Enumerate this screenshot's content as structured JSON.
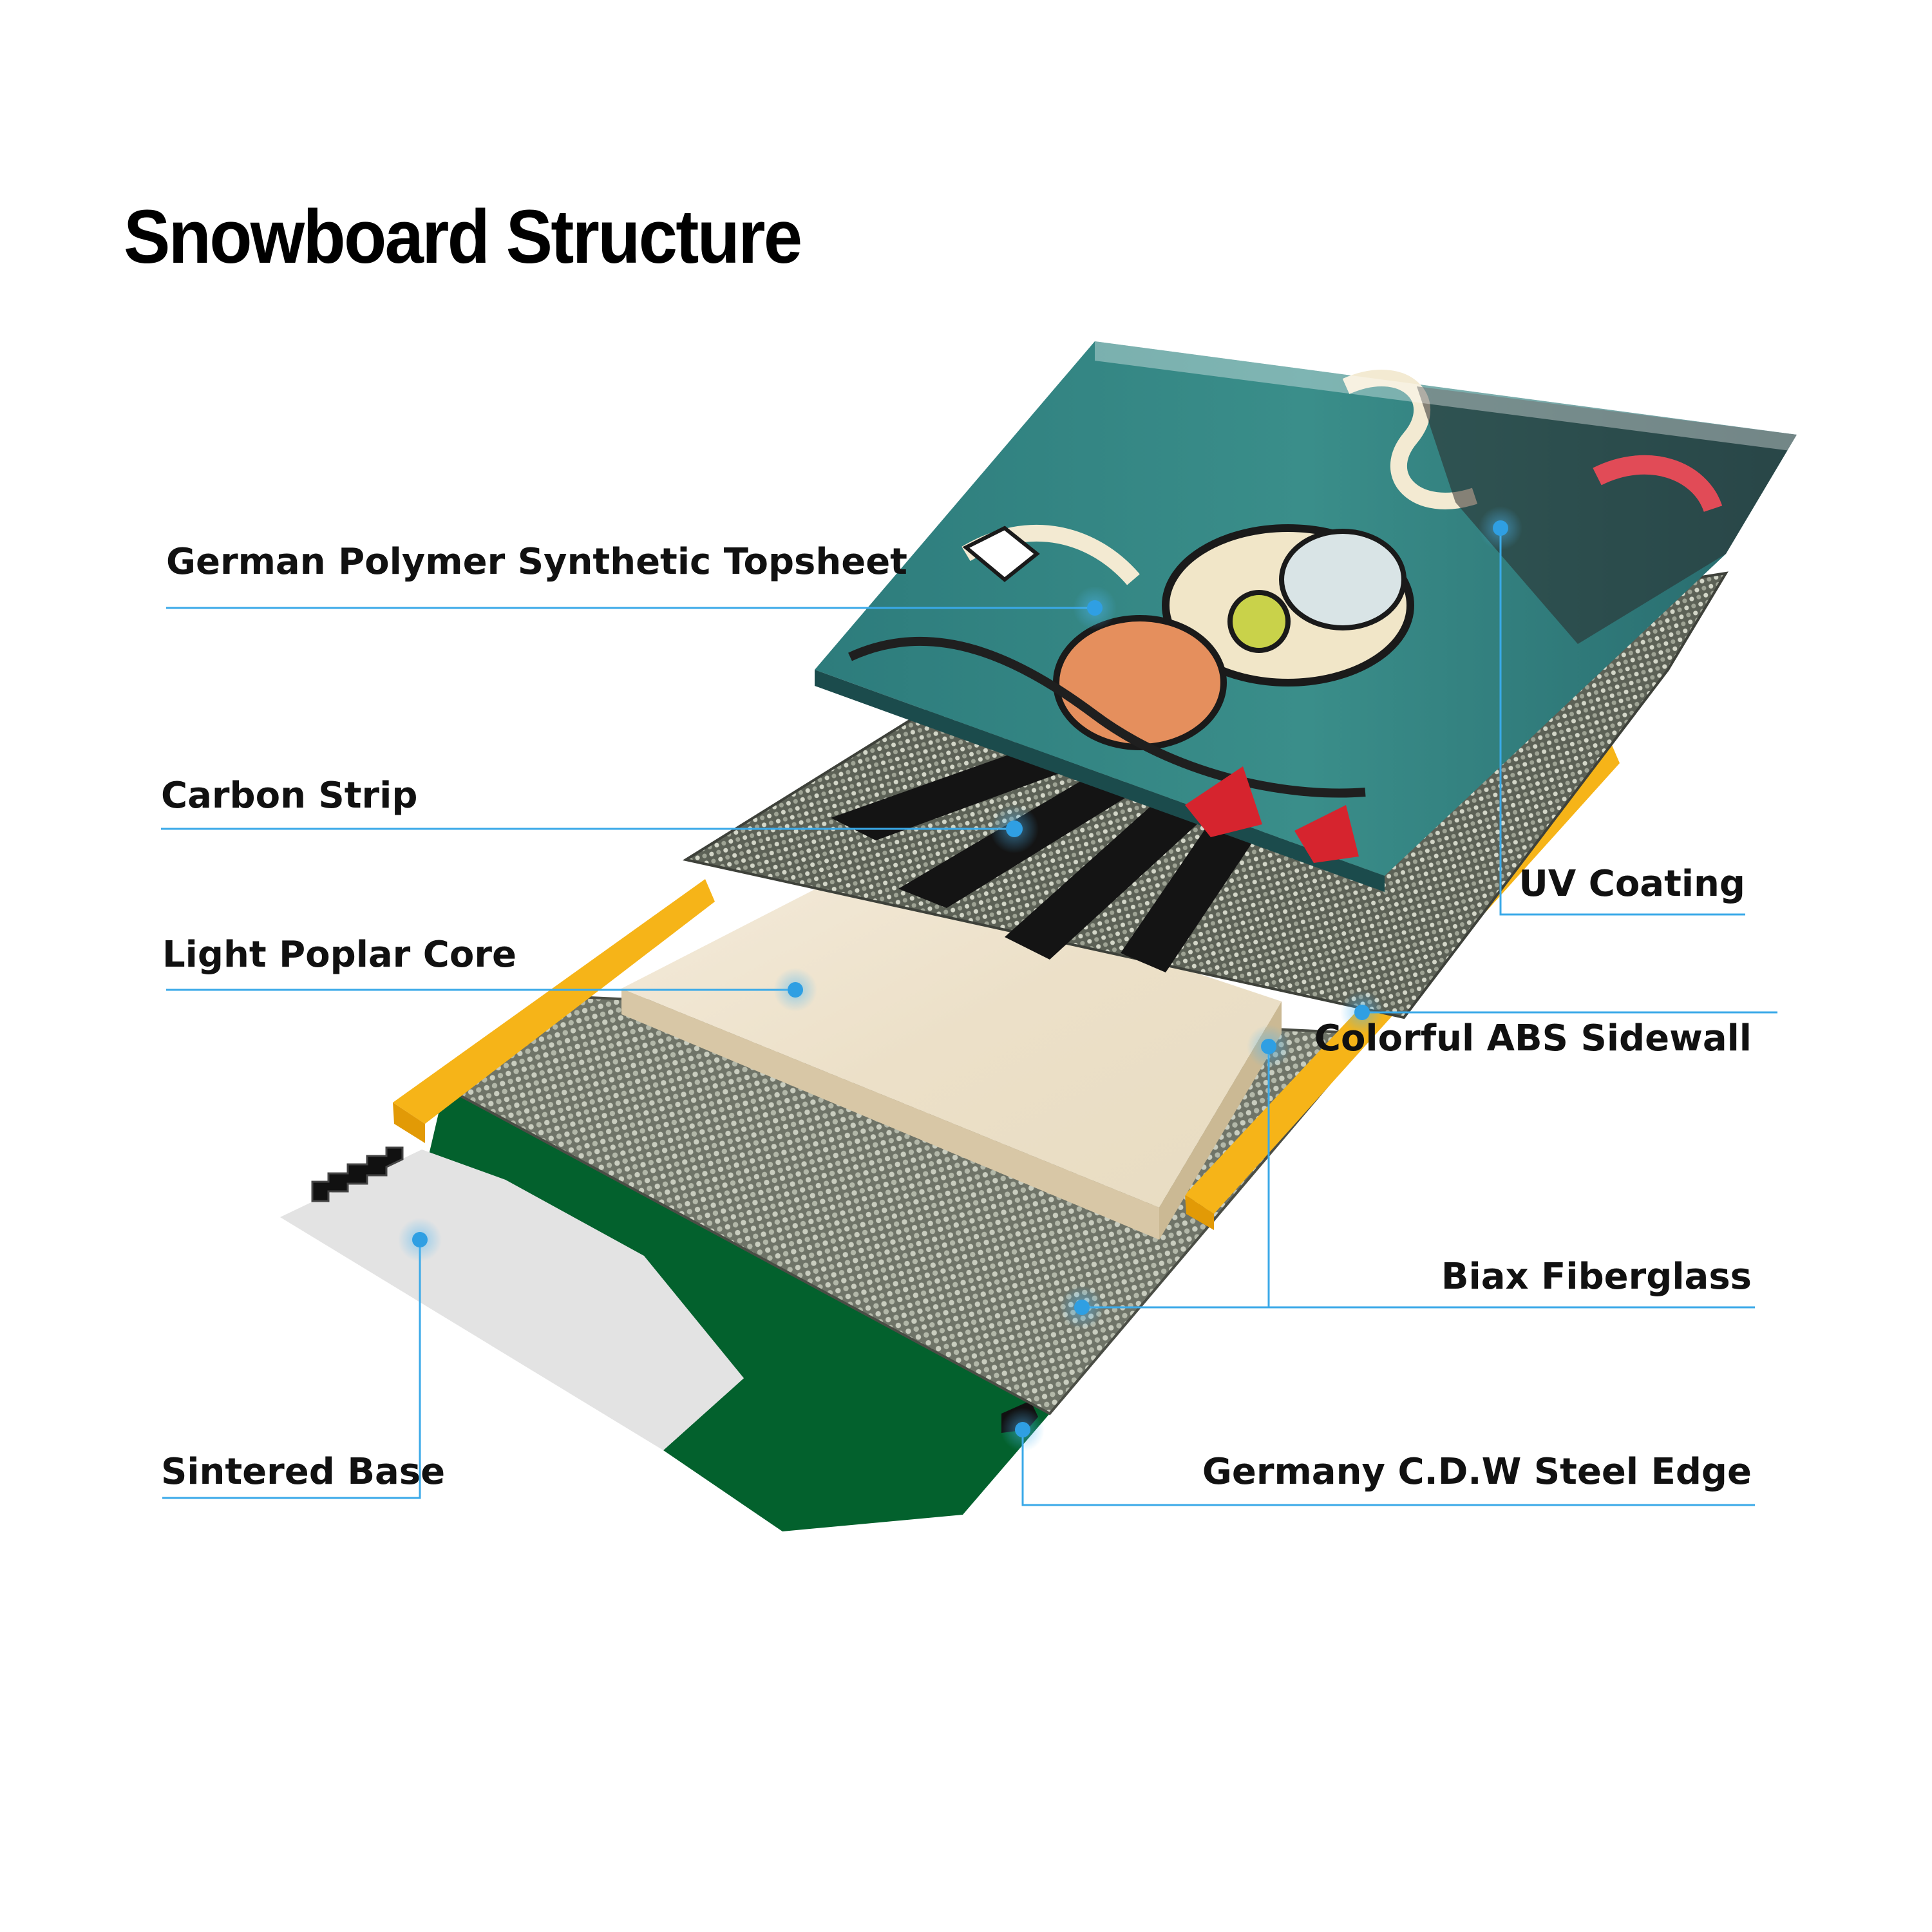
{
  "title": "Snowboard Structure",
  "labels": {
    "topsheet": "German Polymer Synthetic Topsheet",
    "carbon": "Carbon Strip",
    "core": "Light Poplar Core",
    "base": "Sintered Base",
    "uv": "UV Coating",
    "sidewall": "Colorful ABS Sidewall",
    "fiberglass": "Biax Fiberglass",
    "edge": "Germany C.D.W Steel Edge"
  },
  "colors": {
    "leader_line": "#3aa9e8",
    "marker": "#2f9fe3",
    "base_green": "#03612d",
    "base_white": "#e3e3e3",
    "sidewall_yellow": "#f6b418",
    "core_wood": "#efe3cf",
    "fiberglass_grey": "#7f8478",
    "carbon_black": "#141414",
    "topsheet_teal": "#2f7f80"
  }
}
